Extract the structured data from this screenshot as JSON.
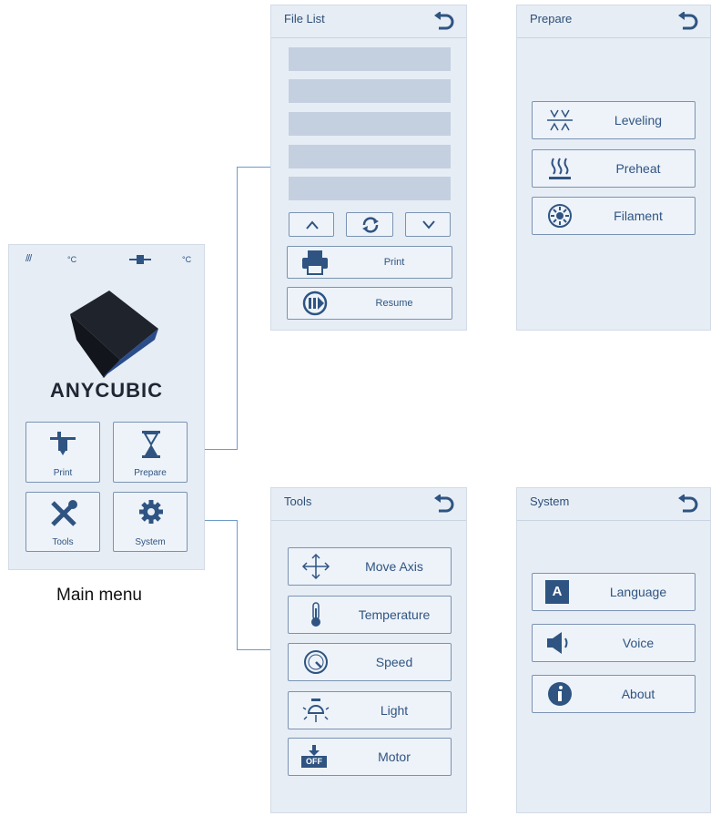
{
  "main": {
    "status": {
      "bed_temp_unit": "°C",
      "nozzle_temp_unit": "°C"
    },
    "logo": "ANYCUBIC",
    "buttons": [
      "Print",
      "Prepare",
      "Tools",
      "System"
    ],
    "caption": "Main menu"
  },
  "file_list": {
    "title": "File List",
    "print_label": "Print",
    "resume_label": "Resume"
  },
  "prepare": {
    "title": "Prepare",
    "items": [
      "Leveling",
      "Preheat",
      "Filament"
    ]
  },
  "tools": {
    "title": "Tools",
    "items": [
      "Move Axis",
      "Temperature",
      "Speed",
      "Light",
      "Motor"
    ],
    "motor_icon_text": "OFF"
  },
  "system": {
    "title": "System",
    "items": [
      "Language",
      "Voice",
      "About"
    ],
    "language_icon_text": "A"
  },
  "colors": {
    "panel_bg": "#e6edf5",
    "accent": "#2f5482",
    "connector": "#6e9bc9"
  }
}
